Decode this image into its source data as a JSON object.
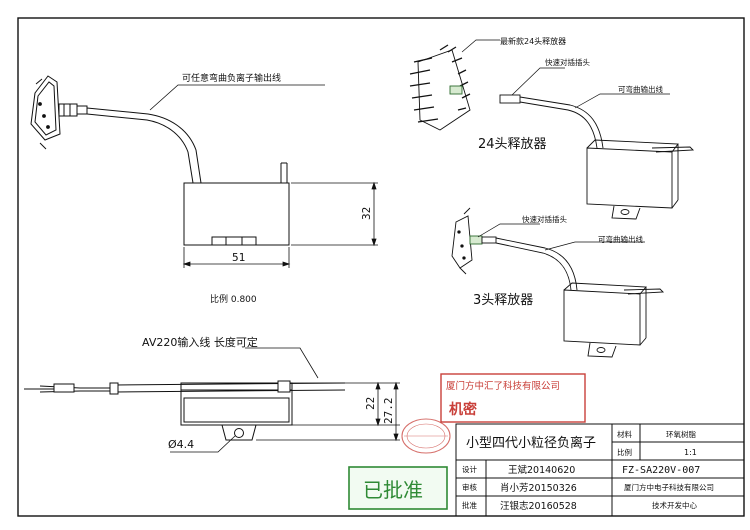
{
  "labels": {
    "top_callout": "可任意弯曲负离子输出线",
    "dim_width": "51",
    "dim_height": "32",
    "scale_note": "比例 0.800",
    "input_line": "AV220输入线  长度可定",
    "dim_22": "22",
    "dim_27": "27.2",
    "dim_hole": "Ø4.4",
    "rb_24_title": "最新款24头释放器",
    "rb_24_connector": "快速对插插头",
    "rb_24_wire": "可弯曲输出线",
    "rb_24_caption": "24头释放器",
    "rb_3_connector": "快速对插插头",
    "rb_3_wire": "可弯曲输出线",
    "rb_3_caption": "3头释放器"
  },
  "stamps": {
    "company_stamp": "厦门方中汇了科技有限公司",
    "secret": "机密",
    "approved": "已批准"
  },
  "title_block": {
    "title": "小型四代小粒径负离子",
    "material_label": "材料",
    "material_value": "环氧树脂",
    "ratio_label": "比例",
    "ratio_value": "1:1",
    "design_label": "设计",
    "design_value": "王斌20140620",
    "review_label": "审核",
    "review_value": "肖小芳20150326",
    "approve_label": "批准",
    "approve_value": "汪银志20160528",
    "part_no": "FZ-SA220V-007",
    "company": "厦门方中电子科技有限公司",
    "dept": "技术开发中心"
  }
}
